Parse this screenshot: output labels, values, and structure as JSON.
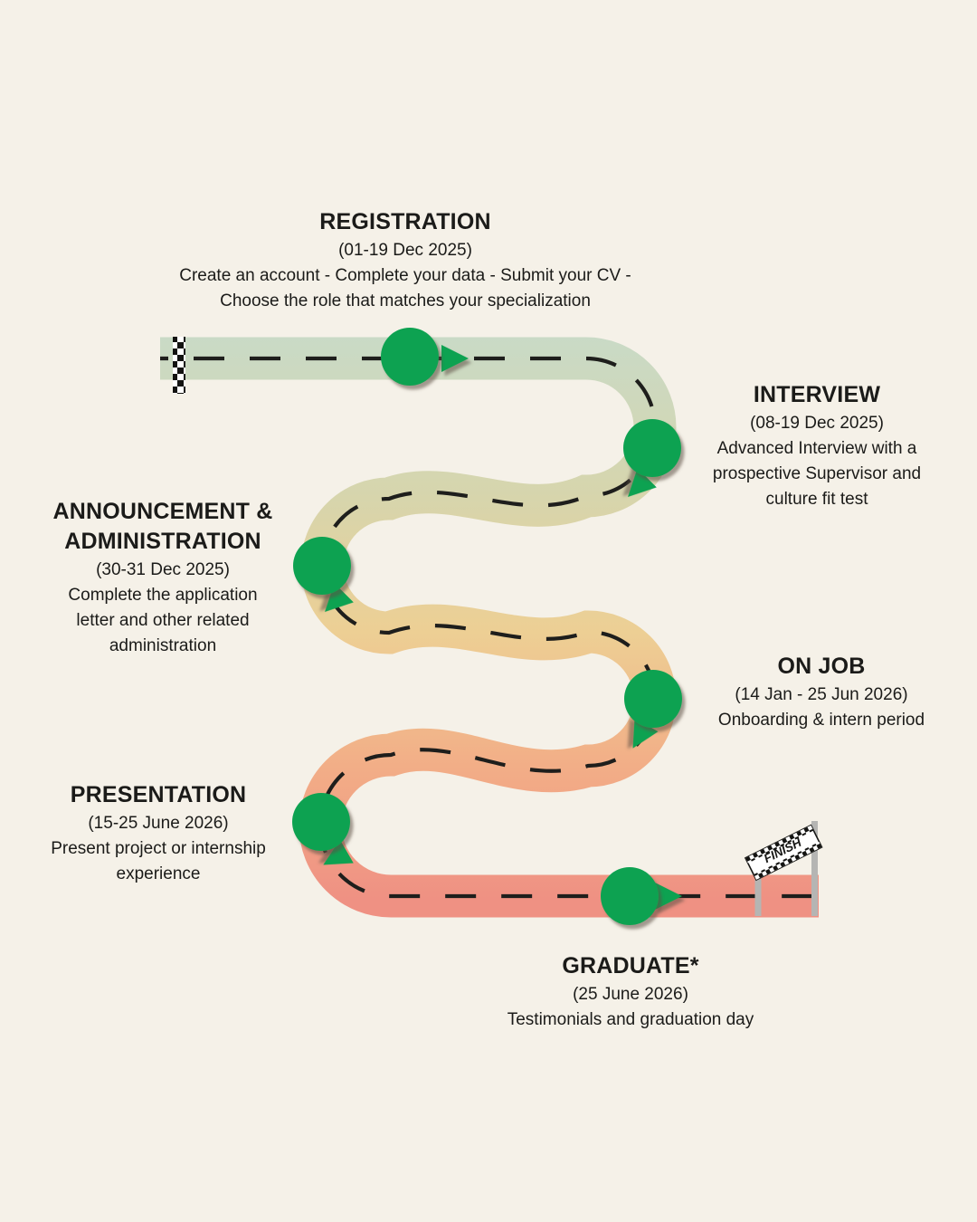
{
  "colors": {
    "background": "#f5f1e8",
    "text": "#1b1b19",
    "marker_green": "#0fa251",
    "dash_line": "#1e1e1c",
    "pole_gray": "#b5b5b3",
    "banner_white": "#ffffff",
    "banner_black": "#171715",
    "road_stops": [
      "#c9dac6",
      "#d7d5ac",
      "#edcf94",
      "#f2ae87",
      "#ef9183"
    ]
  },
  "stages": [
    {
      "title_lines": [
        "REGISTRATION"
      ],
      "date": "(01-19 Dec 2025)",
      "body_lines": [
        "Create an account - Complete your data - Submit your CV -",
        "Choose the role that matches your specialization"
      ]
    },
    {
      "title_lines": [
        "INTERVIEW"
      ],
      "date": "(08-19 Dec 2025)",
      "body_lines": [
        "Advanced Interview with a",
        "prospective Supervisor and",
        "culture fit test"
      ]
    },
    {
      "title_lines": [
        "ANNOUNCEMENT &",
        "ADMINISTRATION"
      ],
      "date": "(30-31 Dec 2025)",
      "body_lines": [
        "Complete the application",
        "letter and other related",
        "administration"
      ]
    },
    {
      "title_lines": [
        "ON JOB"
      ],
      "date": "(14 Jan - 25 Jun 2026)",
      "body_lines": [
        "Onboarding & intern period"
      ]
    },
    {
      "title_lines": [
        "PRESENTATION"
      ],
      "date": "(15-25 June 2026)",
      "body_lines": [
        "Present project or internship",
        "experience"
      ]
    },
    {
      "title_lines": [
        "GRADUATE*"
      ],
      "date": "(25 June 2026)",
      "body_lines": [
        "Testimonials and graduation day"
      ]
    }
  ],
  "finish": {
    "label": "FINISH"
  },
  "icons": {
    "milestone_dot": "green-circle-marker",
    "direction_arrow": "green-triangle-arrow",
    "start_line": "checkered-start-strip",
    "finish_flag": "checkered-finish-banner"
  }
}
